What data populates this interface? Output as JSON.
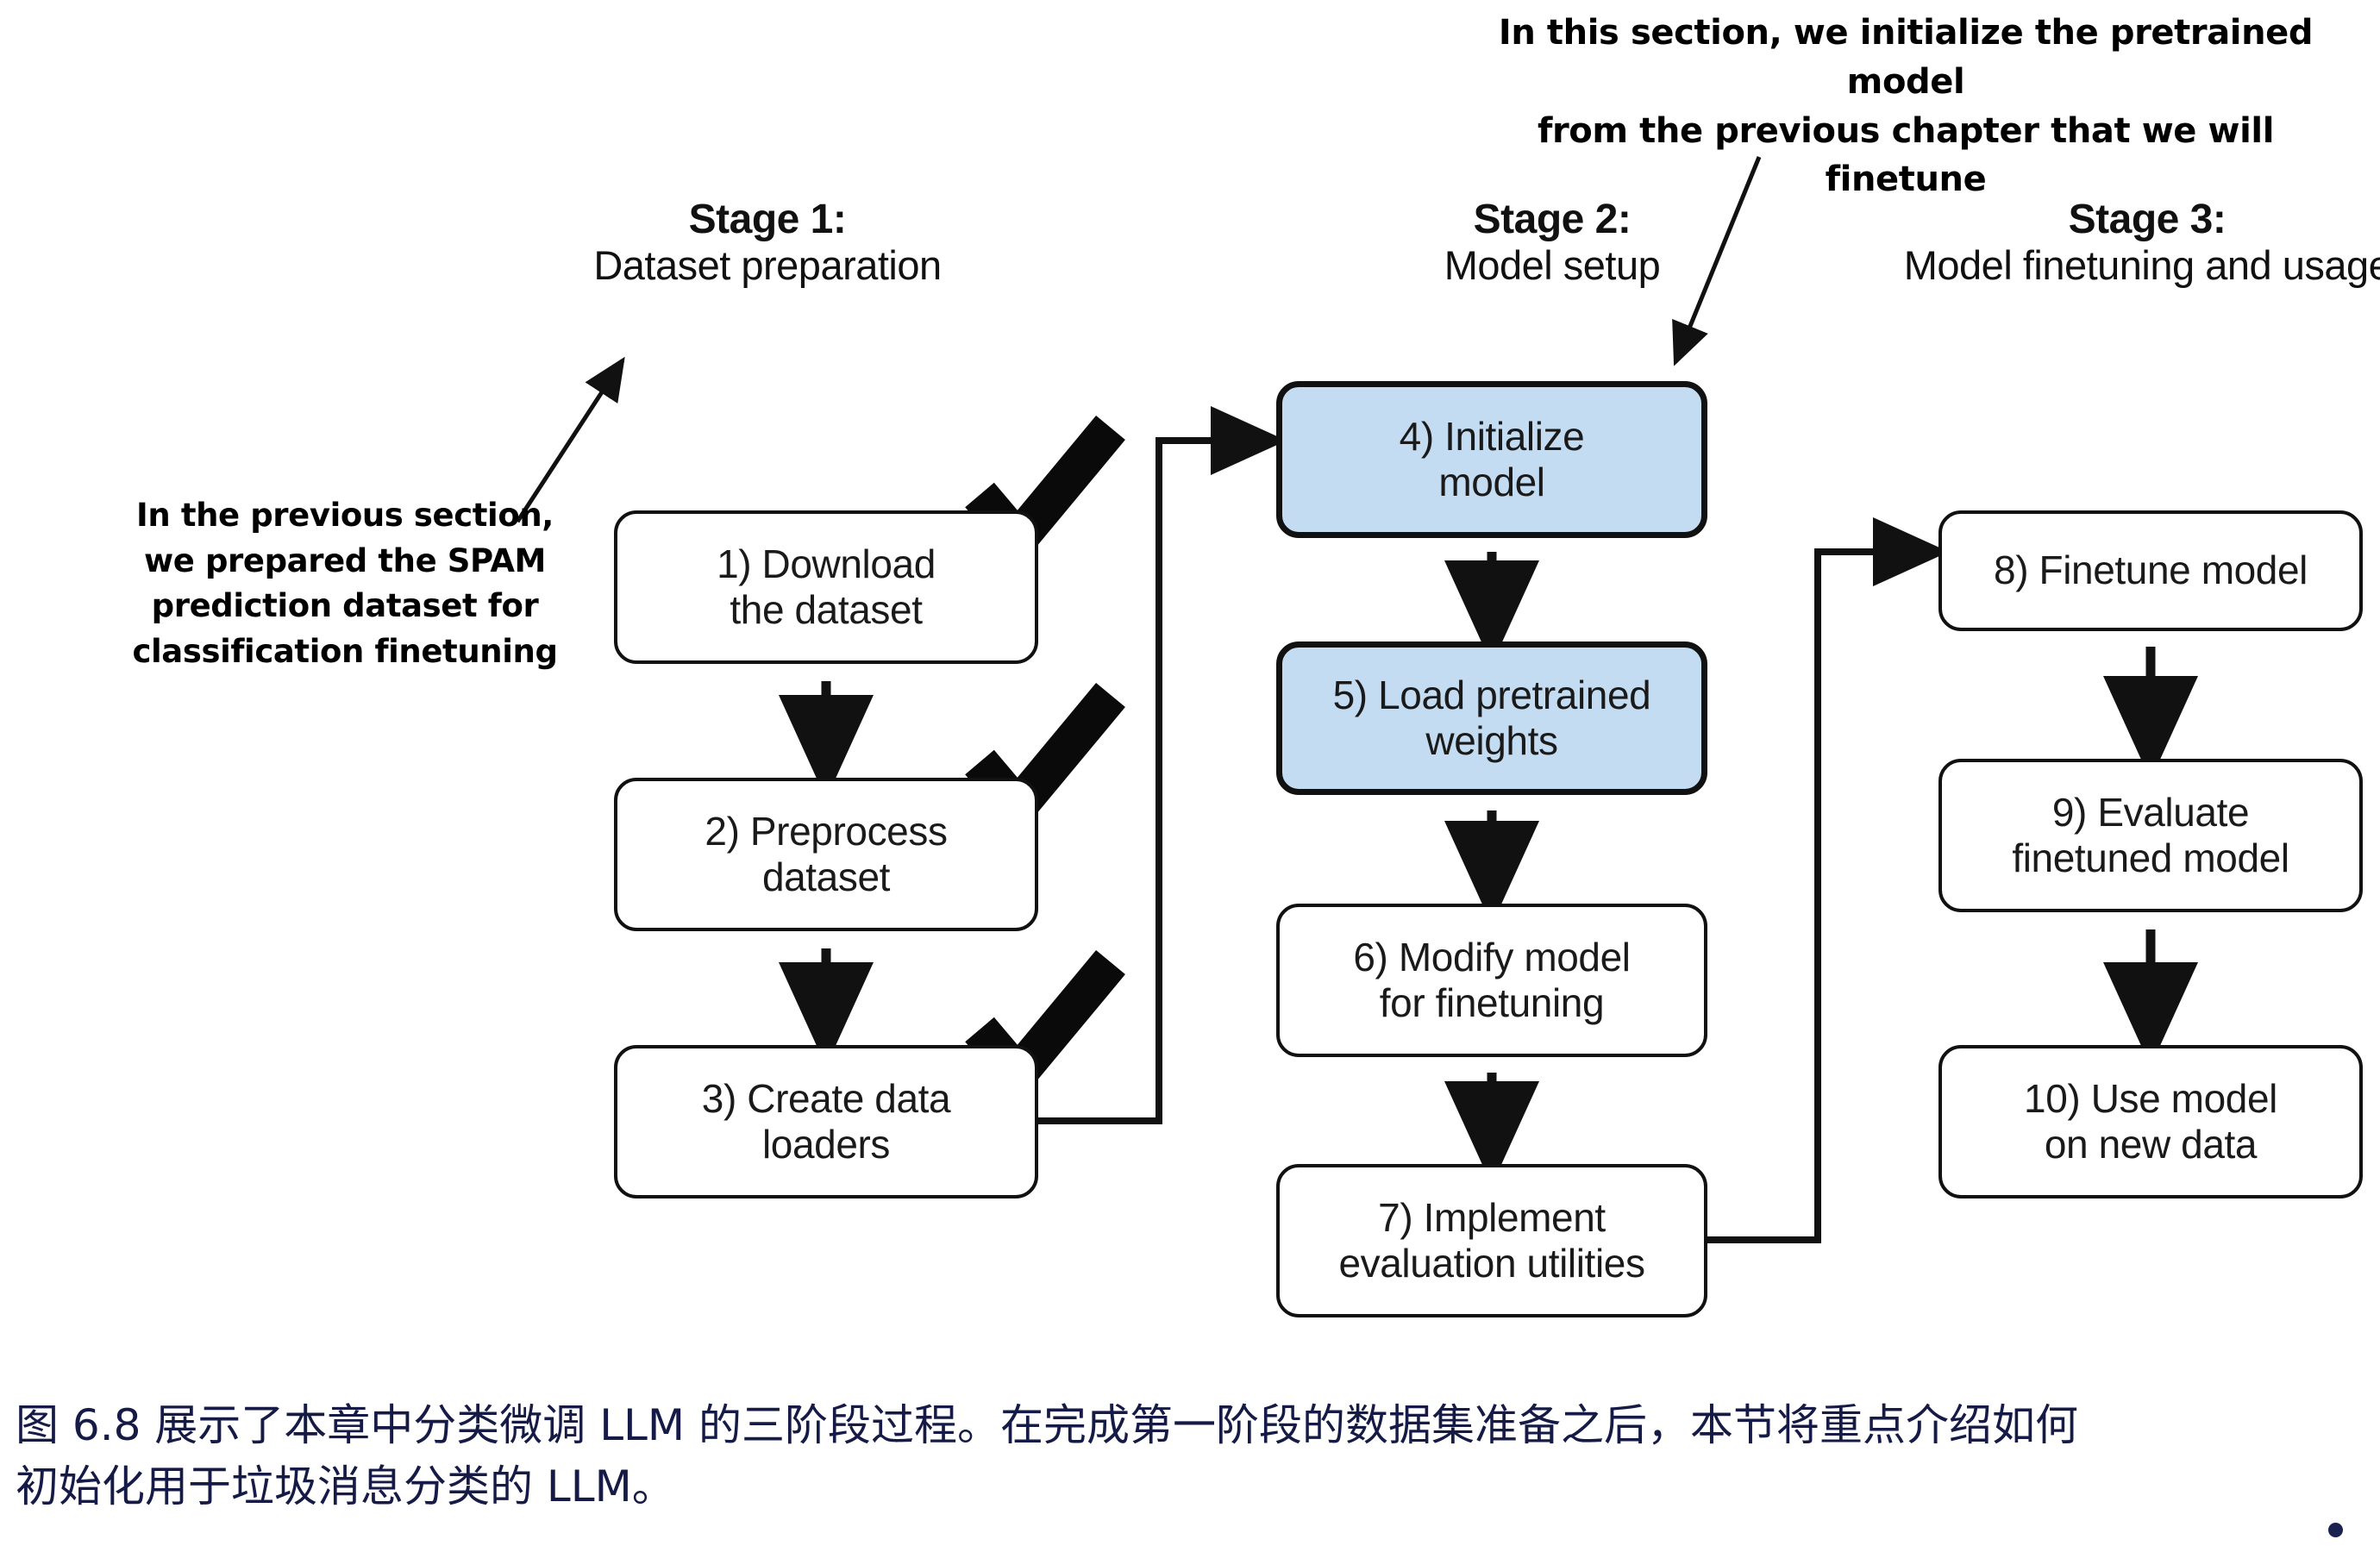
{
  "figure": {
    "annotations": {
      "top": "In this section, we initialize the pretrained model\nfrom the previous chapter that we will finetune",
      "left": "In the previous section,\nwe prepared the SPAM\nprediction dataset for\nclassification finetuning"
    },
    "stages": [
      {
        "title": "Stage 1:",
        "subtitle": "Dataset preparation"
      },
      {
        "title": "Stage 2:",
        "subtitle": "Model setup"
      },
      {
        "title": "Stage 3:",
        "subtitle": "Model finetuning\nand usage"
      }
    ],
    "nodes": [
      {
        "id": 1,
        "label": "1) Download\nthe dataset",
        "stage": 1,
        "highlighted": false,
        "completed": true
      },
      {
        "id": 2,
        "label": "2) Preprocess\ndataset",
        "stage": 1,
        "highlighted": false,
        "completed": true
      },
      {
        "id": 3,
        "label": "3) Create data\nloaders",
        "stage": 1,
        "highlighted": false,
        "completed": true
      },
      {
        "id": 4,
        "label": "4) Initialize\nmodel",
        "stage": 2,
        "highlighted": true,
        "completed": false
      },
      {
        "id": 5,
        "label": "5) Load pretrained\nweights",
        "stage": 2,
        "highlighted": true,
        "completed": false
      },
      {
        "id": 6,
        "label": "6) Modify model\nfor finetuning",
        "stage": 2,
        "highlighted": false,
        "completed": false
      },
      {
        "id": 7,
        "label": "7) Implement\nevaluation utilities",
        "stage": 2,
        "highlighted": false,
        "completed": false
      },
      {
        "id": 8,
        "label": "8) Finetune model",
        "stage": 3,
        "highlighted": false,
        "completed": false
      },
      {
        "id": 9,
        "label": "9) Evaluate\nfinetuned model",
        "stage": 3,
        "highlighted": false,
        "completed": false
      },
      {
        "id": 10,
        "label": "10) Use model\non new data",
        "stage": 3,
        "highlighted": false,
        "completed": false
      }
    ],
    "colors": {
      "highlight_fill": "#c4dcf2",
      "stroke": "#111111",
      "caption_text": "#151b46",
      "background": "#ffffff"
    }
  },
  "caption": {
    "text": "图 6.8 展示了本章中分类微调 LLM 的三阶段过程。在完成第一阶段的数据集准备之后，本节将重点介绍如何\n初始化用于垃圾消息分类的 LLM。"
  }
}
